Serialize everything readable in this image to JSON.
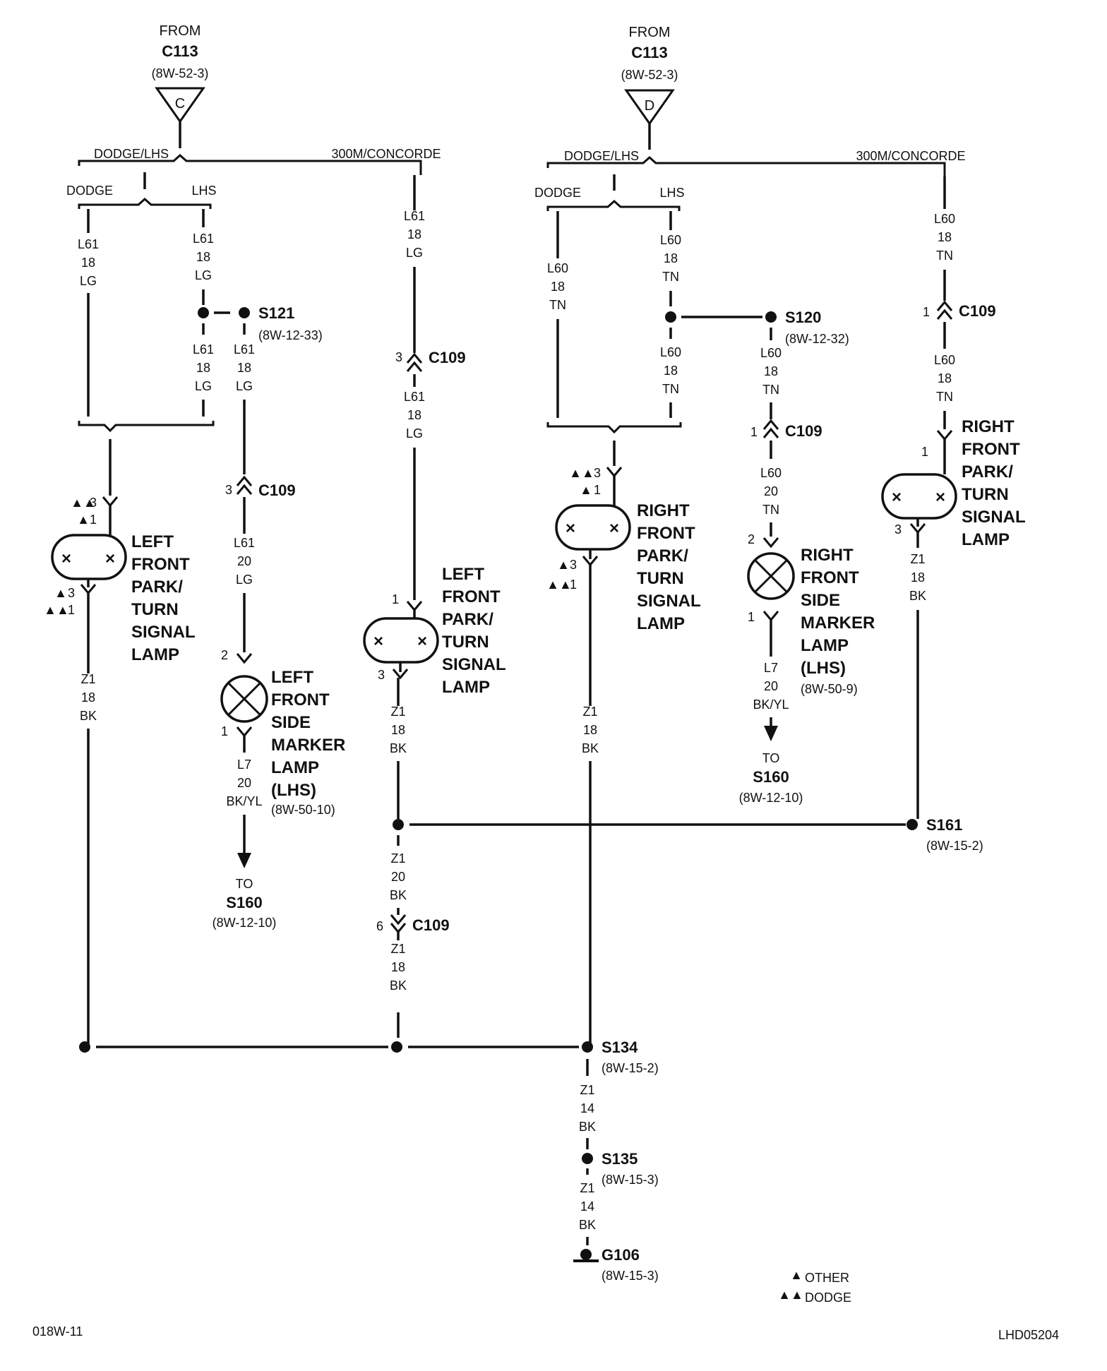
{
  "source_c": {
    "from": "FROM",
    "connector": "C113",
    "ref": "(8W-52-3)",
    "pin": "C"
  },
  "source_d": {
    "from": "FROM",
    "connector": "C113",
    "ref": "(8W-52-3)",
    "pin": "D"
  },
  "branch": {
    "dodge_lhs": "DODGE/LHS",
    "m300": "300M/CONCORDE",
    "dodge": "DODGE",
    "lhs": "LHS"
  },
  "wires": {
    "l61_18_lg": [
      "L61",
      "18",
      "LG"
    ],
    "l61_20_lg": [
      "L61",
      "20",
      "LG"
    ],
    "l60_18_tn": [
      "L60",
      "18",
      "TN"
    ],
    "l60_20_tn": [
      "L60",
      "20",
      "TN"
    ],
    "l7_20_bkyl": [
      "L7",
      "20",
      "BK/YL"
    ],
    "z1_18_bk": [
      "Z1",
      "18",
      "BK"
    ],
    "z1_20_bk": [
      "Z1",
      "20",
      "BK"
    ],
    "z1_14_bk": [
      "Z1",
      "14",
      "BK"
    ]
  },
  "splices": {
    "s121": {
      "id": "S121",
      "ref": "(8W-12-33)"
    },
    "s120": {
      "id": "S120",
      "ref": "(8W-12-32)"
    },
    "s161": {
      "id": "S161",
      "ref": "(8W-15-2)"
    },
    "s134": {
      "id": "S134",
      "ref": "(8W-15-2)"
    },
    "s135": {
      "id": "S135",
      "ref": "(8W-15-3)"
    }
  },
  "ground": {
    "id": "G106",
    "ref": "(8W-15-3)"
  },
  "connector": {
    "c109": "C109"
  },
  "pins": {
    "p1": "1",
    "p2": "2",
    "p3": "3",
    "p6": "6"
  },
  "lamps": {
    "park_turn": [
      "FRONT",
      "PARK/",
      "TURN",
      "SIGNAL",
      "LAMP"
    ],
    "side_marker": [
      "FRONT",
      "SIDE",
      "MARKER",
      "LAMP",
      "(LHS)"
    ],
    "left": "LEFT",
    "right": "RIGHT",
    "lf_side_ref": "(8W-50-10)",
    "rf_side_ref": "(8W-50-9)"
  },
  "to_s160": {
    "to": "TO",
    "id": "S160",
    "ref": "(8W-12-10)"
  },
  "legend": {
    "other_mark": "▲",
    "other": "OTHER",
    "dodge_mark": "▲▲",
    "dodge": "DODGE"
  },
  "footer": {
    "left": "018W-11",
    "right": "LHD05204"
  }
}
